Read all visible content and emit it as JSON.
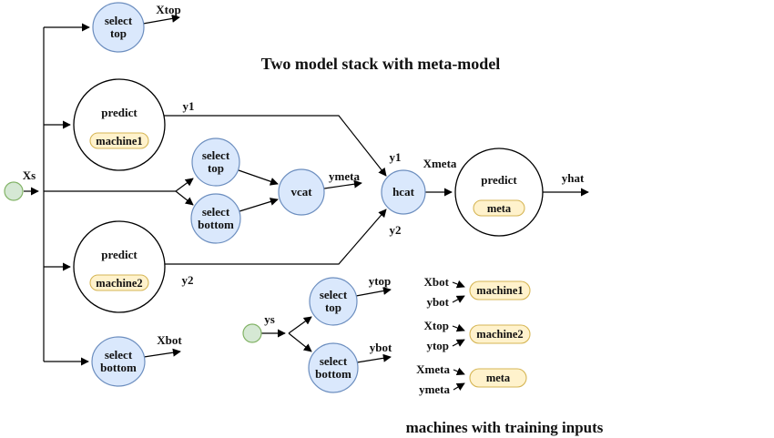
{
  "title": "Two model stack with meta-model",
  "caption": "machines with training inputs",
  "colors": {
    "blue-fill": "#dae8fc",
    "blue-stroke": "#6c8ebf",
    "green-fill": "#d5e8d4",
    "green-stroke": "#82b366",
    "yellow-fill": "#fff2cc",
    "yellow-stroke": "#d6b656",
    "white-fill": "#ffffff",
    "line": "#000000"
  },
  "inputs": {
    "xs": "Xs",
    "ys": "ys"
  },
  "nodes": {
    "select_top": {
      "line1": "select",
      "line2": "top"
    },
    "select_bottom": {
      "line1": "select",
      "line2": "bottom"
    },
    "predict": "predict",
    "vcat": "vcat",
    "hcat": "hcat",
    "machine1": "machine1",
    "machine2": "machine2",
    "meta": "meta"
  },
  "edge_labels": {
    "xtop": "Xtop",
    "xbot": "Xbot",
    "y1": "y1",
    "y2": "y2",
    "ymeta": "ymeta",
    "xmeta": "Xmeta",
    "yhat": "yhat",
    "ytop": "ytop",
    "ybot": "ybot"
  },
  "training": {
    "rows": [
      {
        "machine": "machine1",
        "input1": "Xbot",
        "input2": "ybot"
      },
      {
        "machine": "machine2",
        "input1": "Xtop",
        "input2": "ytop"
      },
      {
        "machine": "meta",
        "input1": "Xmeta",
        "input2": "ymeta"
      }
    ]
  }
}
